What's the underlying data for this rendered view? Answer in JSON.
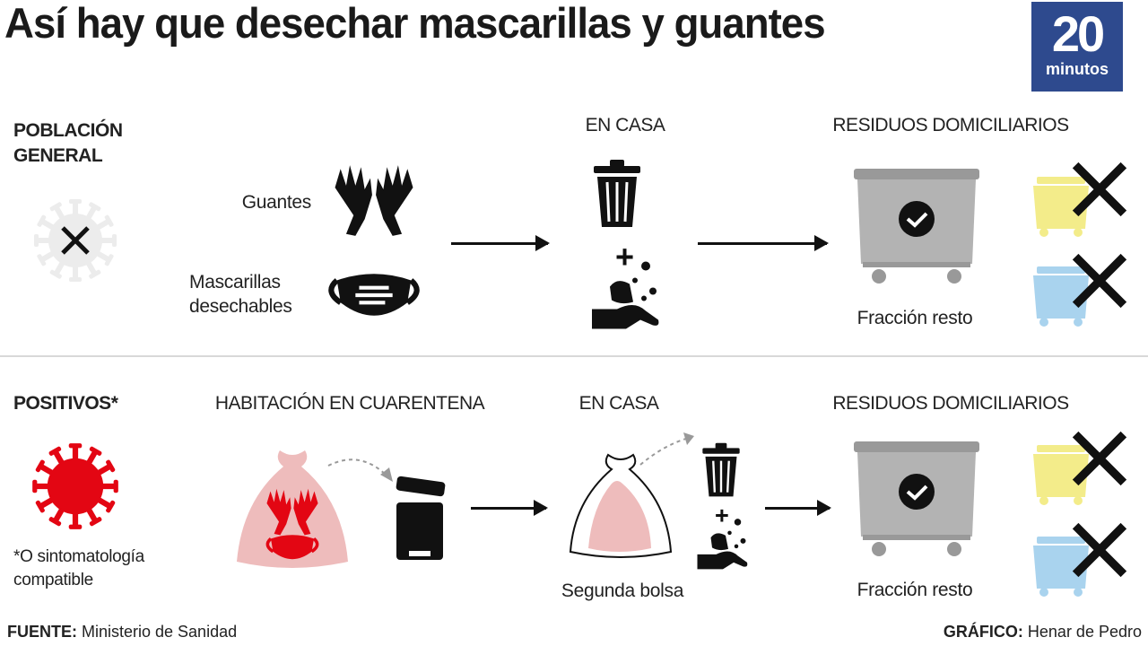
{
  "title": "Así hay que desechar mascarillas y guantes",
  "logo": {
    "number": "20",
    "word": "minutos",
    "color": "#2e4a8e"
  },
  "general": {
    "section_label_1": "POBLACIÓN",
    "section_label_2": "GENERAL",
    "item_gloves": "Guantes",
    "item_masks_1": "Mascarillas",
    "item_masks_2": "desechables",
    "home_header": "EN CASA",
    "waste_header": "RESIDUOS DOMICILIARIOS",
    "container_label": "Fracción resto"
  },
  "positives": {
    "section_label": "POSITIVOS*",
    "footnote_1": "*O sintomatología",
    "footnote_2": "compatible",
    "room_header": "HABITACIÓN EN CUARENTENA",
    "home_header": "EN CASA",
    "bag_label": "Segunda bolsa",
    "waste_header": "RESIDUOS DOMICILIARIOS",
    "container_label": "Fracción resto"
  },
  "footer": {
    "source_key": "FUENTE:",
    "source_value": " Ministerio de Sanidad",
    "credit_key": "GRÁFICO:",
    "credit_value": " Henar de Pedro"
  },
  "colors": {
    "virus_red": "#e30613",
    "bag_pink": "#eebcbc",
    "yellow_bin": "#f3ec8a",
    "blue_bin": "#a9d3ee",
    "container_gray": "#b3b3b3"
  }
}
